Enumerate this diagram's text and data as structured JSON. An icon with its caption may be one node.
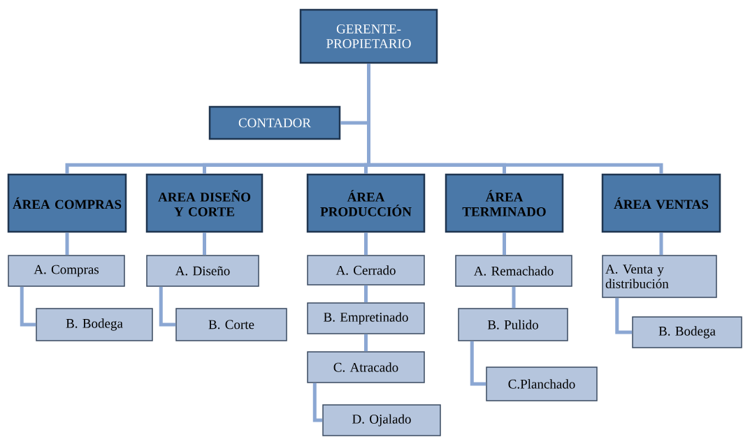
{
  "diagram": {
    "nodes": [
      {
        "text": [
          "GERENTE-PROPIETARIO"
        ]
      },
      {
        "text": [
          "CONTADOR"
        ]
      },
      {
        "text": [
          "ÁREA COMPRAS"
        ]
      },
      {
        "text": [
          "AREA DISEÑO Y CORTE"
        ]
      },
      {
        "text": [
          "ÁREA PRODUCCIÓN"
        ]
      },
      {
        "text": [
          "ÁREA TERMINADO"
        ]
      },
      {
        "text": [
          "ÁREA VENTAS"
        ]
      },
      {
        "text": [
          "A. Compras"
        ]
      },
      {
        "text": [
          "B. Bodega"
        ]
      },
      {
        "text": [
          "A. Diseño"
        ]
      },
      {
        "text": [
          "B. Corte"
        ]
      },
      {
        "text": [
          "A. Cerrado"
        ]
      },
      {
        "text": [
          "B. Empretinado"
        ]
      },
      {
        "text": [
          "C. Atracado"
        ]
      },
      {
        "text": [
          "D. Ojalado"
        ]
      },
      {
        "text": [
          "A. Remachado"
        ]
      },
      {
        "text": [
          "B. Pulido"
        ]
      },
      {
        "text": [
          "C.Planchado"
        ]
      },
      {
        "text": [
          "A. Venta y distribución"
        ]
      },
      {
        "text": [
          "B. Bodega"
        ]
      }
    ],
    "edges": [
      {
        "from": 0,
        "to": 1,
        "arrow": "none"
      },
      {
        "from": 0,
        "to": 2,
        "arrow": "none"
      },
      {
        "from": 0,
        "to": 3,
        "arrow": "none"
      },
      {
        "from": 0,
        "to": 4,
        "arrow": "none"
      },
      {
        "from": 0,
        "to": 5,
        "arrow": "none"
      },
      {
        "from": 0,
        "to": 6,
        "arrow": "none"
      },
      {
        "from": 2,
        "to": 7,
        "arrow": "none"
      },
      {
        "from": 7,
        "to": 8,
        "arrow": "none"
      },
      {
        "from": 3,
        "to": 9,
        "arrow": "none"
      },
      {
        "from": 9,
        "to": 10,
        "arrow": "none"
      },
      {
        "from": 4,
        "to": 11,
        "arrow": "none"
      },
      {
        "from": 11,
        "to": 12,
        "arrow": "none"
      },
      {
        "from": 12,
        "to": 13,
        "arrow": "none"
      },
      {
        "from": 13,
        "to": 14,
        "arrow": "none"
      },
      {
        "from": 5,
        "to": 15,
        "arrow": "none"
      },
      {
        "from": 15,
        "to": 16,
        "arrow": "none"
      },
      {
        "from": 16,
        "to": 17,
        "arrow": "none"
      },
      {
        "from": 6,
        "to": 18,
        "arrow": "none"
      },
      {
        "from": 18,
        "to": 19,
        "arrow": "none"
      }
    ]
  }
}
